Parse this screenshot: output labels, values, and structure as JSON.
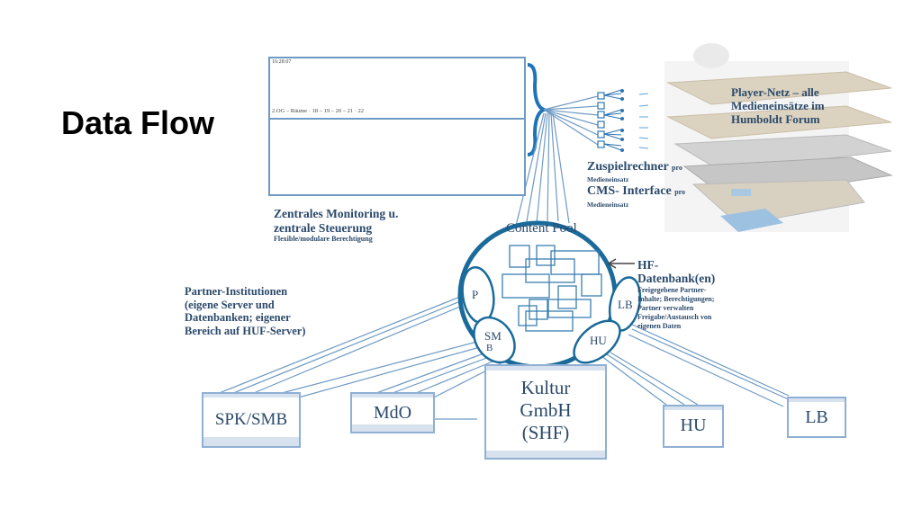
{
  "slide": {
    "title": "Data Flow"
  },
  "monitoring": {
    "timestamp": "16:28:07",
    "rooms_line": "2.OG – Räume · 18 – 19 – 20 – 21 · 22",
    "label_line1": "Zentrales Monitoring u.",
    "label_line2": "zentrale Steuerung",
    "sublabel": "Flexible/modulare Berechtigung"
  },
  "distribution": {
    "zuspiel_label": "Zuspielrechner",
    "zuspiel_suffix": "pro",
    "zuspiel_sub": "Medieneinsatz",
    "cms_label": "CMS- Interface",
    "cms_suffix": "pro",
    "cms_sub": "Medieneinsatz"
  },
  "player_net": {
    "line1": "Player-Netz – alle",
    "line2": "Medieneinsätze im",
    "line3": "Humboldt Forum"
  },
  "content_pool": {
    "title": "Content Pool",
    "segments": [
      "P",
      "SM",
      "B",
      "HU",
      "LB"
    ]
  },
  "hf_database": {
    "title_line1": "HF-",
    "title_line2": "Datenbank(en)",
    "desc_lines": [
      "Freigegebene Partner-",
      "Inhalte; Berechtigungen;",
      "Partner verwalten",
      "Freigabe/Austausch von",
      "eigenen Daten"
    ]
  },
  "partners": {
    "lines": [
      "Partner-Institutionen",
      "(eigene Server und",
      "Datenbanken; eigener",
      "Bereich auf HUF-Server)"
    ]
  },
  "institutions": [
    {
      "label": "SPK/SMB"
    },
    {
      "label": "MdO"
    },
    {
      "label_lines": [
        "Kultur",
        "GmbH",
        "(SHF)"
      ]
    },
    {
      "label": "HU"
    },
    {
      "label": "LB"
    }
  ],
  "colors": {
    "accent": "#1f74b8",
    "pool_ring": "#1a6a9a",
    "line": "#6f9ac4",
    "text": "#2b4a6b"
  }
}
